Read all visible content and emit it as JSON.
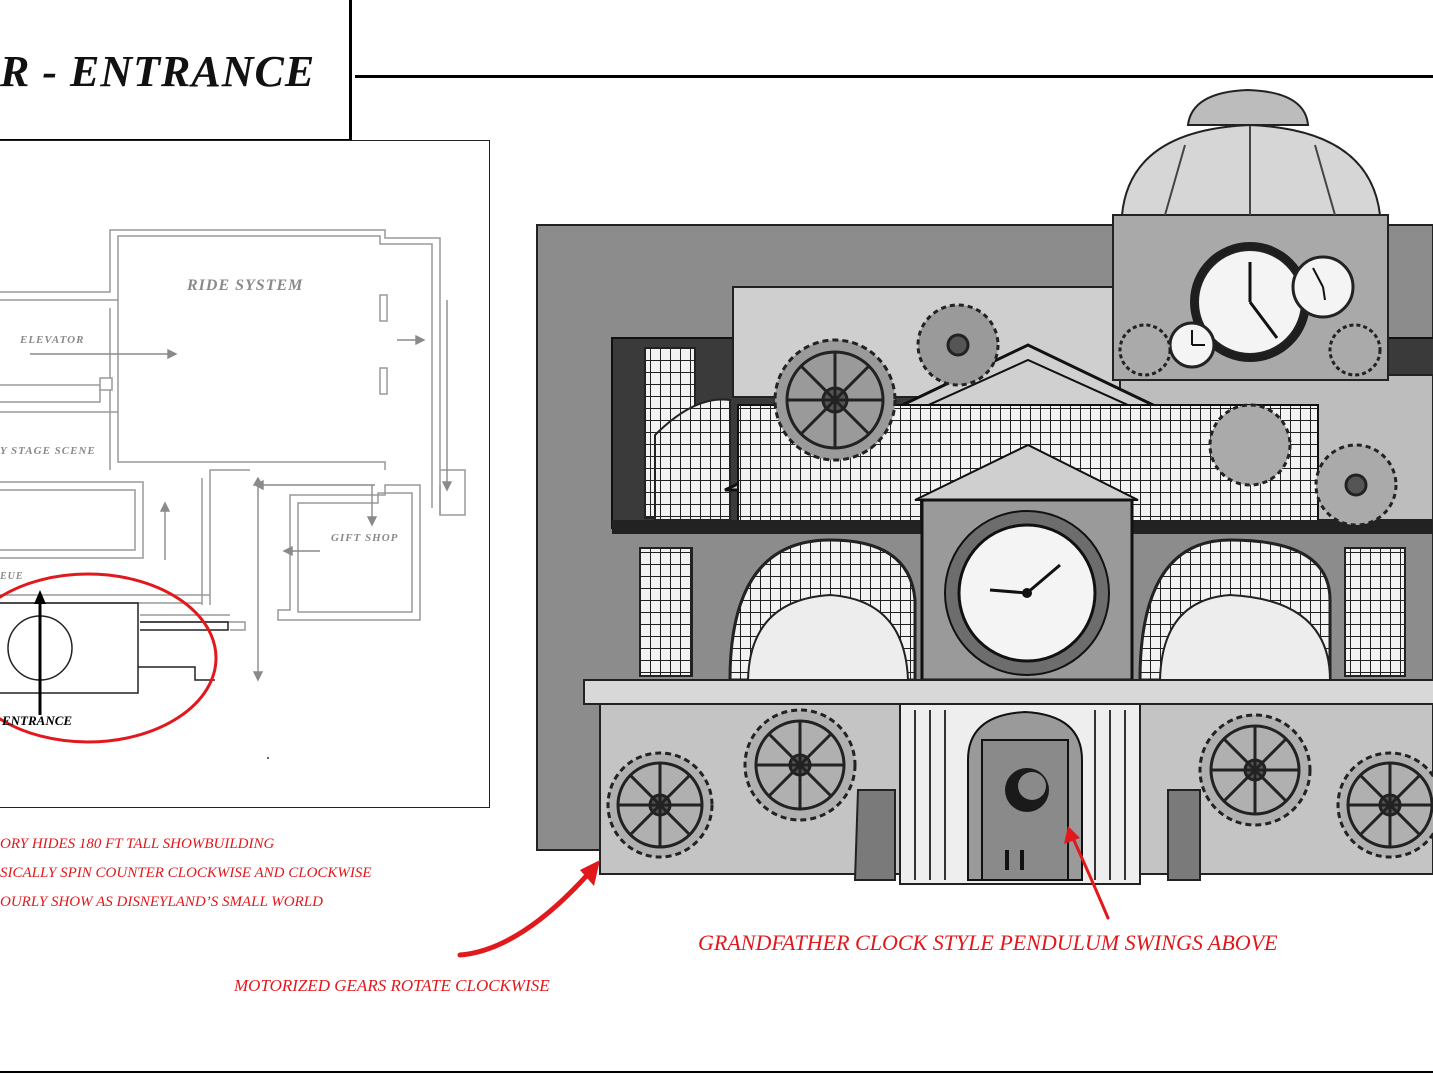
{
  "header": {
    "title": "R - ENTRANCE"
  },
  "floor_plan": {
    "labels": {
      "ride_system": "RIDE SYSTEM",
      "elevator": "ELEVATOR",
      "stage_scene": "Y STAGE SCENE",
      "gift_shop": "GIFT SHOP",
      "queue": "EUE",
      "entrance": "ENTRANCE"
    }
  },
  "notes": [
    "ORY HIDES  180 FT TALL SHOWBUILDING",
    "SICALLY SPIN COUNTER CLOCKWISE  AND CLOCKWISE",
    "OURLY SHOW AS DISNEYLAND’S SMALL WORLD"
  ],
  "callouts": {
    "gears": "MOTORIZED GEARS ROTATE CLOCKWISE",
    "pendulum": "GRANDFATHER CLOCK STYLE PENDULUM SWINGS ABOVE"
  },
  "colors": {
    "annotation": "#e1181c",
    "ink": "#111111",
    "wall": "#8a8a8a",
    "facade": "#c9c9c9"
  }
}
